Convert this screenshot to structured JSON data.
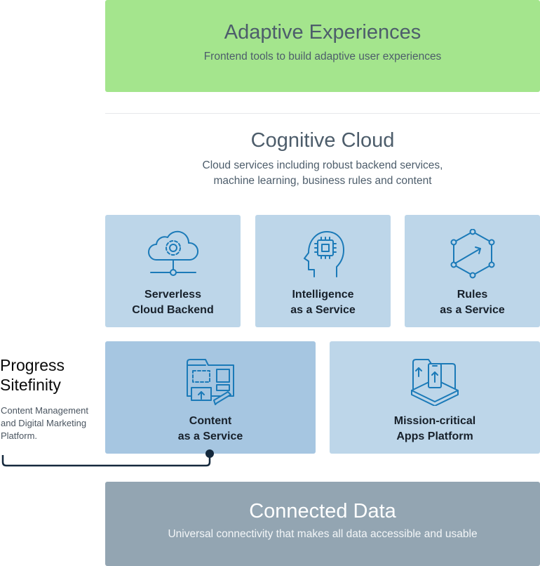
{
  "adaptive": {
    "title": "Adaptive Experiences",
    "subtitle": "Frontend tools to build adaptive user experiences"
  },
  "cognitive": {
    "title": "Cognitive Cloud",
    "subtitle_lines": [
      "Cloud services including robust backend services,",
      "machine learning, business rules and content"
    ]
  },
  "services": [
    {
      "icon": "cloud-gear-icon",
      "lines": [
        "Serverless",
        "Cloud Backend"
      ]
    },
    {
      "icon": "head-chip-icon",
      "lines": [
        "Intelligence",
        "as a Service"
      ]
    },
    {
      "icon": "hexagon-nodes-icon",
      "lines": [
        "Rules",
        "as a Service"
      ]
    },
    {
      "icon": "content-layout-icon",
      "lines": [
        "Content",
        "as a Service"
      ]
    },
    {
      "icon": "mobile-platform-icon",
      "lines": [
        "Mission-critical",
        "Apps Platform"
      ]
    }
  ],
  "sitefinity": {
    "name_lines": [
      "Progress",
      "Sitefinity"
    ],
    "desc_lines": [
      "Content Management",
      "and Digital Marketing",
      "Platform."
    ]
  },
  "connected": {
    "title": "Connected Data",
    "subtitle": "Universal connectivity that makes all data accessible and usable"
  },
  "colors": {
    "adaptive": "#a4e58d",
    "tile": "#bdd6e9",
    "tile_highlight": "#a6c6e1",
    "connected": "#93a5b2",
    "icon_stroke": "#1b7ab8",
    "connector": "#15293d"
  }
}
